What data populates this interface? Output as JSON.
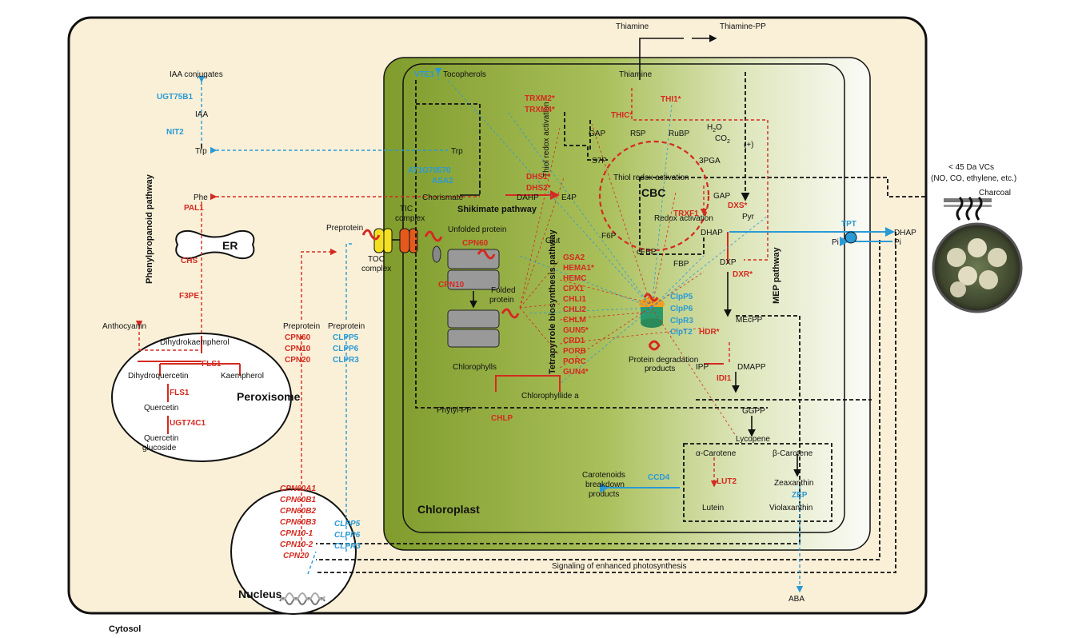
{
  "compartments": {
    "cytosol": "Cytosol",
    "chloroplast": "Chloroplast",
    "nucleus": "Nucleus",
    "peroxisome": "Peroxisome",
    "er": "ER",
    "cbc": "CBC"
  },
  "pathways": {
    "shikimate": "Shikimate pathway",
    "phenylpropanoid": "Phenylpropanoid pathway",
    "tetrapyrrole": "Tetrapyrrole biosynthesis pathway",
    "mep": "MEP pathway",
    "thiol_redox_v": "Thiol redox activation",
    "thiol_redox_h": "Thiol redox activation",
    "redox_activation": "Redox activation"
  },
  "metabolites": {
    "thiamine_top": "Thiamine",
    "thiamine_pp": "Thiamine-PP",
    "thiamine_in": "Thiamine",
    "tocopherols": "Tocopherols",
    "iaa_conj": "IAA conjugates",
    "iaa": "IAA",
    "trp_cyt": "Trp",
    "trp_chl": "Trp",
    "phe": "Phe",
    "chorismate": "Chorismate",
    "dahp": "DAHP",
    "e4p": "E4P",
    "s7p": "S7P",
    "gap1": "GAP",
    "r5p": "R5P",
    "rubp": "RuBP",
    "h2o": "H",
    "h2o_sub": "2",
    "h2o_o": "O",
    "co2": "CO",
    "co2_sub": "2",
    "plus": "(+)",
    "pga": "3PGA",
    "gap2": "GAP",
    "pyr": "Pyr",
    "dhap": "DHAP",
    "dhap_out": "DHAP",
    "pi1": "Pi",
    "pi2": "Pi",
    "f6p": "F6P",
    "cfbp": "cFBP",
    "fbp": "FBP",
    "dxp": "DXP",
    "glut": "Glut",
    "mecpp": "MEcPP",
    "ipp": "IPP",
    "dmapp": "DMAPP",
    "ggpp": "GGPP",
    "lycopene": "Lycopene",
    "a_carotene": "α-Carotene",
    "b_carotene": "β-Carotene",
    "zeaxanthin": "Zeaxanthin",
    "violaxanthin": "Violaxanthin",
    "lutein": "Lutein",
    "aba": "ABA",
    "carot_break1": "Carotenoids",
    "carot_break2": "breakdown",
    "carot_break3": "products",
    "chlorophylls": "Chlorophylls",
    "chlorophyllide": "Chlorophyllide a",
    "phytyl_pp": "Phytyl-PP",
    "anthocyanin": "Anthocyanin",
    "dihydrokaempferol": "Dihydrokaempherol",
    "dihydroquercetin": "Dihydroquercetin",
    "kaempherol": "Kaempherol",
    "quercetin": "Quercetin",
    "quercetin_gluc1": "Quercetin",
    "quercetin_gluc2": "glucoside",
    "preprotein1": "Preprotein",
    "preprotein2": "Preprotein",
    "preprotein3": "Preprotein",
    "unfolded": "Unfolded protein",
    "folded1": "Folded",
    "folded2": "protein",
    "degradation1": "Protein degradation",
    "degradation2": "products",
    "toc1": "TOC",
    "toc2": "complex",
    "tic1": "TIC",
    "tic2": "complex"
  },
  "genes_red": {
    "trxm2": "TRXM2*",
    "trxm4": "TRXM4*",
    "thic": "THIC*",
    "thi1": "THI1*",
    "dhs1": "DHS1*",
    "dhs2": "DHS2*",
    "trxf1": "TRXF1",
    "dxs": "DXS*",
    "dxr": "DXR*",
    "hdr": "HDR*",
    "idi1": "IDI1",
    "lut2": "LUT2",
    "chlp": "CHLP",
    "pal1": "PAL1",
    "chs": "CHS",
    "f3pe": "F3PE",
    "fls1a": "FLS1",
    "fls1b": "FLS1",
    "ugt74c1": "UGT74C1",
    "cpn60": "CPN60",
    "cpn10": "CPN10",
    "gsa2": "GSA2",
    "hema1": "HEMA1*",
    "hemc": "HEMC",
    "cpx1": "CPX1",
    "chli1": "CHLI1",
    "chli2": "CHLI2",
    "chlm": "CHLM",
    "gun5": "GUN5*",
    "crd1": "CRD1",
    "porb": "PORB",
    "porc": "PORC",
    "gun4": "GUN4*",
    "pre_cpn60": "CPN60",
    "pre_cpn10": "CPN10",
    "pre_cpn20": "CPN20"
  },
  "genes_blue": {
    "vte1": "VTE1",
    "ugt75b1": "UGT75B1",
    "nit2": "NIT2",
    "at1g70570": "AT1G70570",
    "asa2": "ASA2",
    "tpt": "TPT",
    "clpp5": "ClpP5",
    "clpp6": "ClpP6",
    "clpr3": "ClpR3",
    "clpt2": "ClpT2",
    "ccd4": "CCD4",
    "zep": "ZEP",
    "pre_clpp5": "CLPP5",
    "pre_clpp6": "CLPP6",
    "pre_clpr3": "CLPR3"
  },
  "nucleus_genes_red": [
    "CPN60A1",
    "CPN60B1",
    "CPN60B2",
    "CPN60B3",
    "CPN10-1",
    "CPN10-2",
    "CPN20"
  ],
  "nucleus_genes_blue": [
    "CLPP5",
    "CLPP6",
    "CLPR3"
  ],
  "signaling": "Signaling of enhanced photosynthesis",
  "vcs": {
    "line1": "< 45 Da VCs",
    "line2": "(NO, CO, ethylene, etc.)",
    "charcoal": "Charcoal"
  },
  "colors": {
    "cytosol_bg": "#faf0d8",
    "chloroplast_green": "#8aa63a",
    "gene_red": "#d42a20",
    "gene_blue": "#2a9ad6"
  }
}
